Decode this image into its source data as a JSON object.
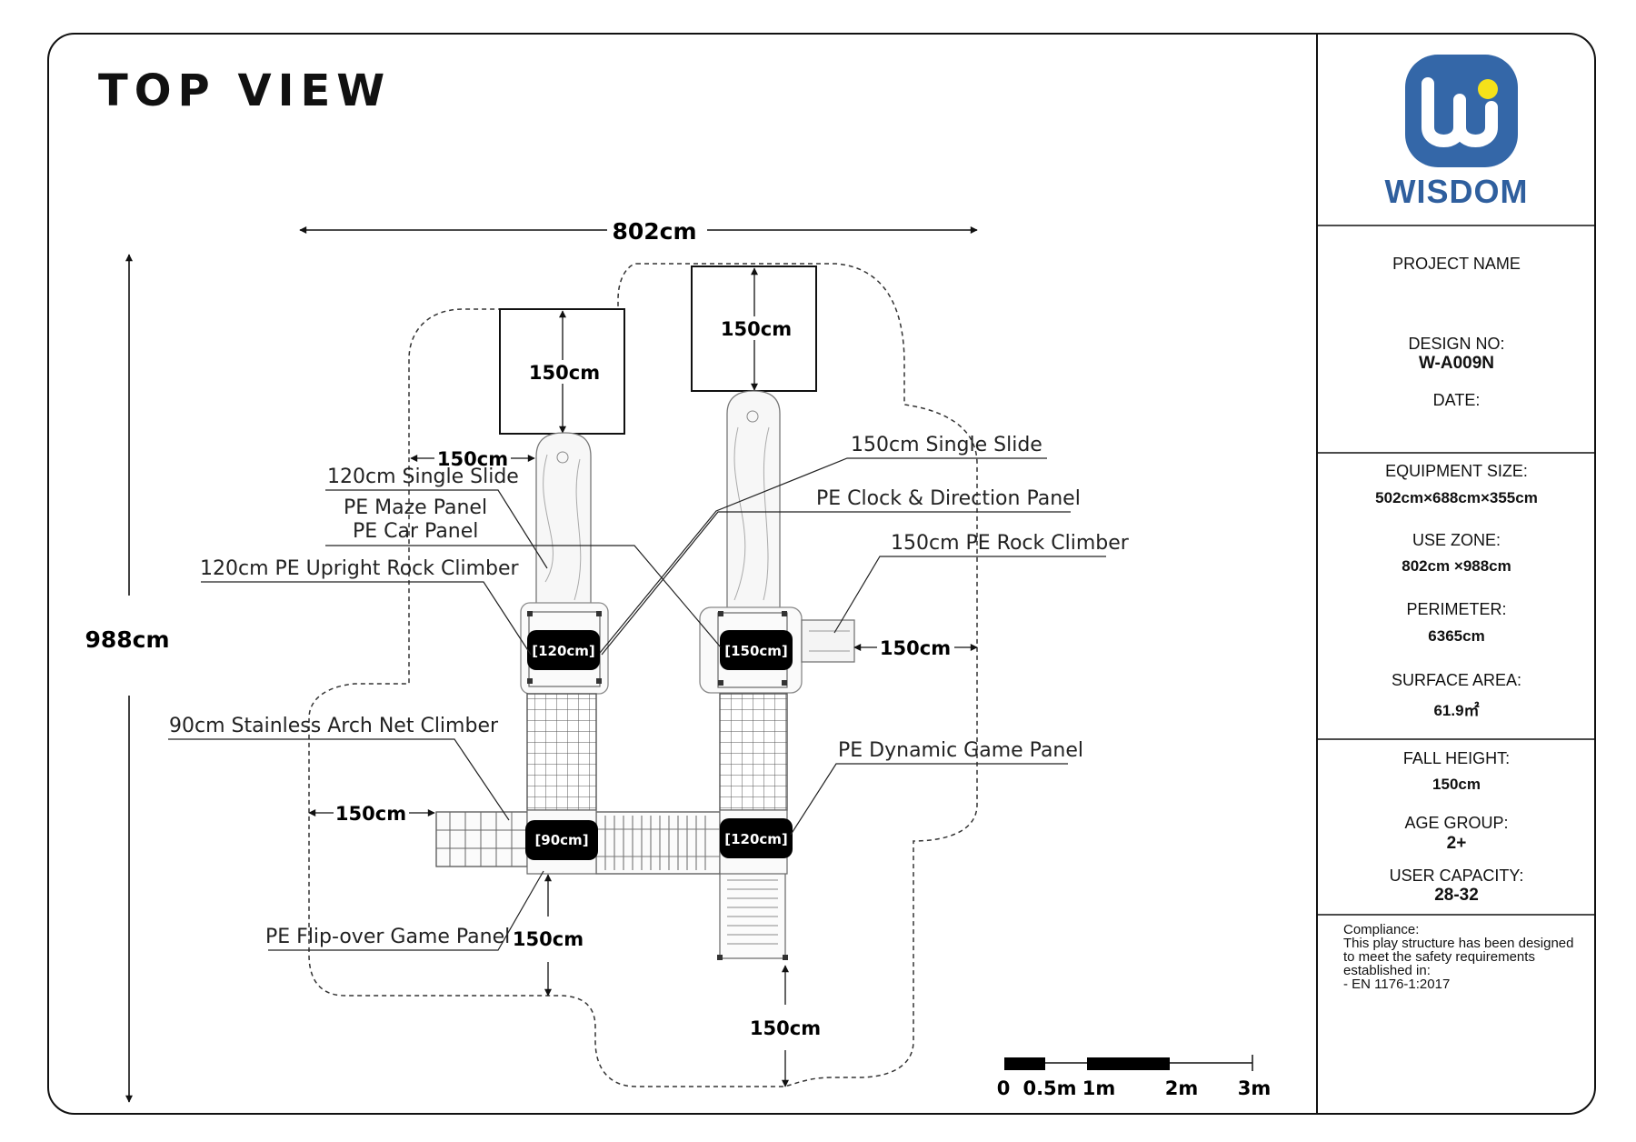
{
  "drawing": {
    "title": "TOP VIEW",
    "overall_width": "802cm",
    "overall_depth": "988cm",
    "towers": [
      {
        "label": "[120cm]"
      },
      {
        "label": "[150cm]"
      },
      {
        "label": "[90cm]"
      },
      {
        "label": "[120cm]"
      }
    ],
    "clearance": {
      "slide_left_runout": "150cm",
      "slide_right_runout": "150cm",
      "left_side_top": "150cm",
      "rock_climber_side": "150cm",
      "net_climber_side": "150cm",
      "flip_panel_side": "150cm",
      "bottom_ladder_side": "150cm"
    },
    "callouts": {
      "single_slide_120": "120cm Single Slide",
      "maze_panel": "PE Maze Panel",
      "car_panel": "PE Car Panel",
      "upright_rock_climber": "120cm PE Upright Rock Climber",
      "single_slide_150": "150cm Single Slide",
      "clock_direction_panel": "PE Clock & Direction Panel",
      "rock_climber_150": "150cm PE Rock Climber",
      "arch_net_climber": "90cm Stainless Arch Net Climber",
      "dynamic_game_panel": "PE Dynamic Game Panel",
      "flip_over_panel": "PE Flip-over Game Panel"
    },
    "scale_bar": {
      "labels": [
        "0",
        "0.5m",
        "1m",
        "2m",
        "3m"
      ]
    }
  },
  "title_block": {
    "logo": {
      "brand": "WISDOM",
      "mark_color": "#3467a8",
      "dot_color": "#f5e11a"
    },
    "project_name_label": "PROJECT NAME",
    "design_no_label": "DESIGN NO:",
    "design_no": "W-A009N",
    "date_label": "DATE:",
    "equipment_size_label": "EQUIPMENT SIZE:",
    "equipment_size": "502cm×688cm×355cm",
    "use_zone_label": "USE ZONE:",
    "use_zone": "802cm ×988cm",
    "perimeter_label": "PERIMETER:",
    "perimeter": "6365cm",
    "surface_area_label": "SURFACE AREA:",
    "surface_area": "61.9㎡",
    "fall_height_label": "FALL HEIGHT:",
    "fall_height": "150cm",
    "age_group_label": "AGE GROUP:",
    "age_group": "2+",
    "user_capacity_label": "USER CAPACITY:",
    "user_capacity": "28-32",
    "compliance_title": "Compliance:",
    "compliance_text": "This play structure has been designed to meet the safety requirements established in:",
    "compliance_standard": "-    EN 1176-1:2017"
  }
}
